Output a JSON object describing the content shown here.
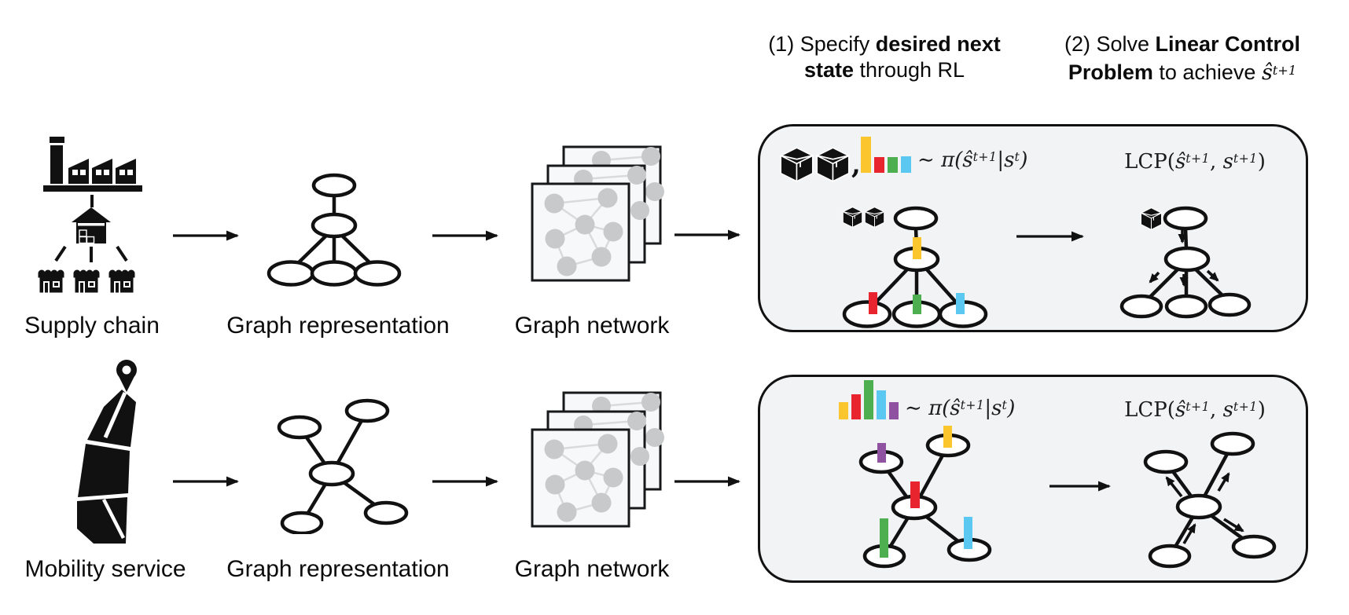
{
  "headers": {
    "step1": {
      "pre": "(1) Specify ",
      "bold1": "desired next",
      "bold2": "state",
      "post": " through RL"
    },
    "step2": {
      "pre": "(2) Solve ",
      "bold1": "Linear Control",
      "bold2": "Problem",
      "post": " to achieve ",
      "math_base": "ŝ",
      "math_sup": "t+1"
    }
  },
  "rows": [
    {
      "domain_label": "Supply chain",
      "rep_label": "Graph representation",
      "net_label": "Graph network"
    },
    {
      "domain_label": "Mobility service",
      "rep_label": "Graph representation",
      "net_label": "Graph network"
    }
  ],
  "formulas": {
    "comma": ",",
    "pi": {
      "tilde": "∼ ",
      "p1": "π(ŝ",
      "sup1": "t+1",
      "p2": "|s",
      "sup2": "t",
      "p3": ")"
    },
    "lcp": {
      "p1": "LCP(",
      "s1": "ŝ",
      "sup1": "t+1",
      "p2": ", ",
      "s2": "s",
      "sup2": "t+1",
      "p3": ")"
    }
  },
  "colors": {
    "yellow": "#FBC52D",
    "red": "#E8252E",
    "green": "#4DAF50",
    "cyan": "#5BC8F2",
    "purple": "#8E52A1",
    "panel_bg": "#F2F3F5",
    "node_gray": "#C7C9CA",
    "edge_gray": "#D9DADB",
    "ink": "#111111"
  },
  "panels": [
    {
      "pi_bars": [
        {
          "c": "yellow",
          "h": 46
        },
        {
          "c": "red",
          "h": 20
        },
        {
          "c": "green",
          "h": 20
        },
        {
          "c": "cyan",
          "h": 21
        }
      ],
      "node_bars": {
        "mid": "yellow",
        "bl": "red",
        "bm": "green",
        "br": "cyan"
      }
    },
    {
      "pi_bars": [
        {
          "c": "yellow",
          "h": 22
        },
        {
          "c": "red",
          "h": 32
        },
        {
          "c": "green",
          "h": 50
        },
        {
          "c": "cyan",
          "h": 37
        },
        {
          "c": "purple",
          "h": 22
        }
      ],
      "node_bars": {
        "tl": "purple",
        "tr": "yellow",
        "c": "red",
        "bl": "green",
        "br": "cyan"
      }
    }
  ]
}
